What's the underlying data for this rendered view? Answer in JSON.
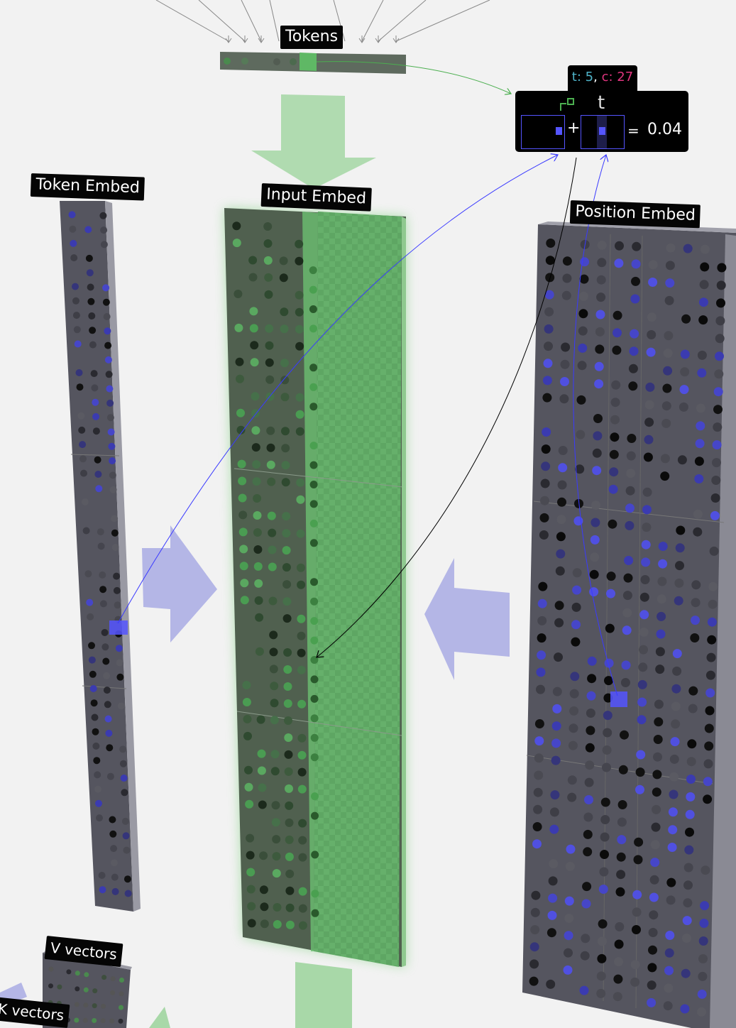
{
  "labels": {
    "tokens": "Tokens",
    "token_embed": "Token Embed",
    "input_embed": "Input Embed",
    "position_embed": "Position Embed",
    "v_vectors": "V vectors",
    "k_vectors": "K vectors"
  },
  "popup": {
    "t_label": "t:",
    "t_value": "5",
    "separator": ",",
    "c_label": "c:",
    "c_value": "27",
    "token_symbol": "t",
    "plus": "+",
    "equals": "=",
    "result": "0.04"
  },
  "colors": {
    "background": "#f2f2f2",
    "embed_block": "#50505e",
    "input_green": "#58a85e",
    "arrow_green": "#a8d8a8",
    "arrow_blue": "#b4b6e6",
    "highlight_blue": "#5555ff",
    "t_color": "#4fb3c8",
    "c_color": "#e0357f"
  }
}
